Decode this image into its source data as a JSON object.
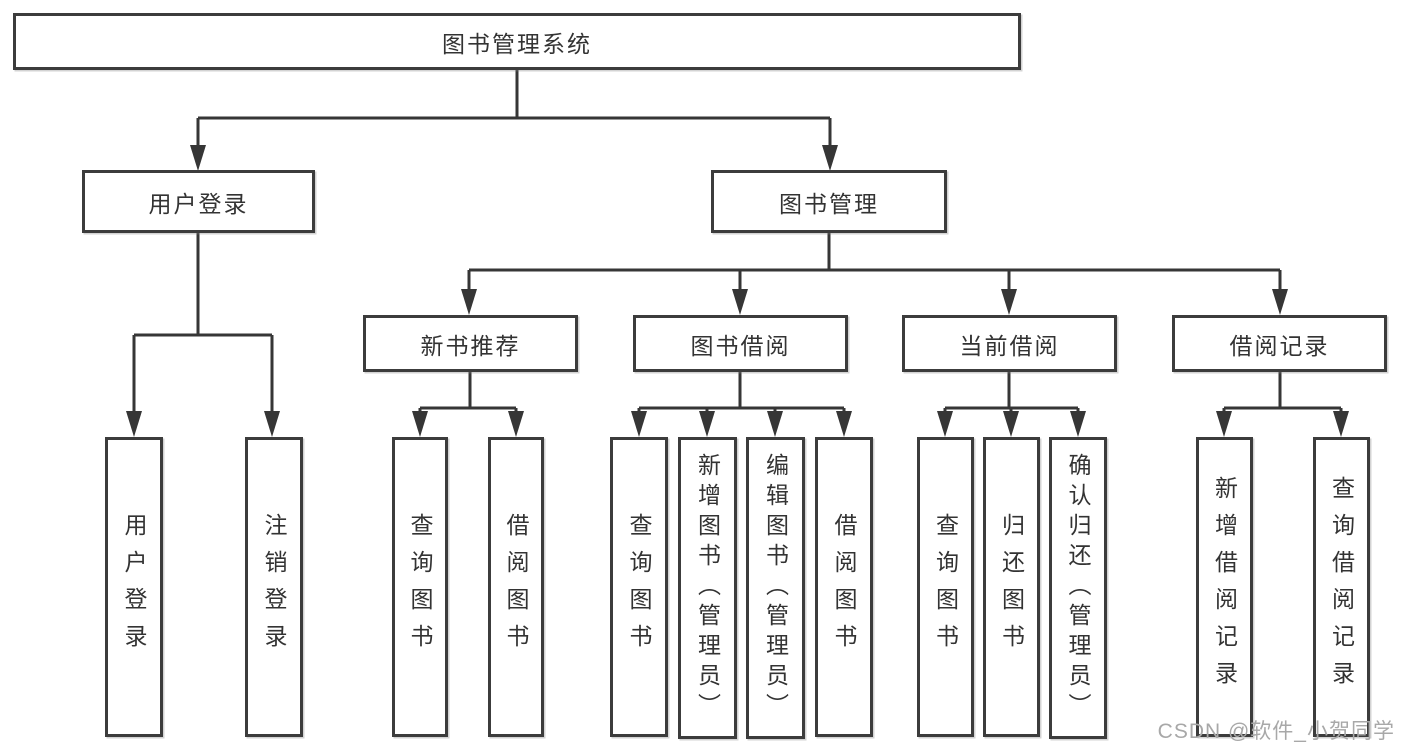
{
  "diagram": {
    "title": "图书管理系统",
    "branches": {
      "user_login": {
        "label": "用户登录",
        "children": [
          "用户登录",
          "注销登录"
        ]
      },
      "book_management": {
        "label": "图书管理",
        "sections": {
          "new_books": {
            "label": "新书推荐",
            "children": [
              "查询图书",
              "借阅图书"
            ]
          },
          "book_borrow": {
            "label": "图书借阅",
            "children": [
              "查询图书",
              "新增图书（管理员）",
              "编辑图书（管理员）",
              "借阅图书"
            ]
          },
          "current_borrow": {
            "label": "当前借阅",
            "children": [
              "查询图书",
              "归还图书",
              "确认归还（管理员）"
            ]
          },
          "borrow_records": {
            "label": "借阅记录",
            "children": [
              "新增借阅记录",
              "查询借阅记录"
            ]
          }
        }
      }
    }
  },
  "watermark": {
    "text": "CSDN @软件_小贺同学"
  },
  "colors": {
    "box_border": "#3c3c3c",
    "text": "#333333",
    "connector": "#363636",
    "watermark": "#a8a8a8",
    "background": "#ffffff"
  }
}
